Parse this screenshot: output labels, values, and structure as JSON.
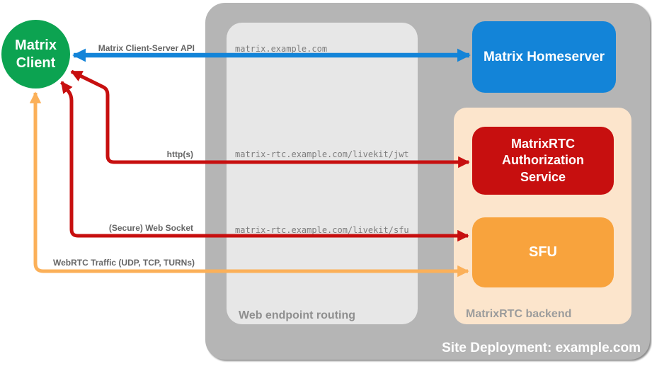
{
  "client": {
    "label": "Matrix Client",
    "color": "#0ca351"
  },
  "containers": {
    "site": {
      "label": "Site Deployment: example.com",
      "bg": "#b5b5b5",
      "label_color": "#ffffff"
    },
    "routing": {
      "label": "Web endpoint routing",
      "bg": "#e7e7e7",
      "label_color": "#8f8f8f"
    },
    "backend": {
      "label": "MatrixRTC backend",
      "bg": "#fce5cc",
      "label_color": "#9c9c9c"
    }
  },
  "nodes": {
    "homeserver": {
      "label": "Matrix Homeserver",
      "bg": "#1384d8"
    },
    "auth": {
      "label": "MatrixRTC Authorization Service",
      "bg": "#c70f0f"
    },
    "sfu": {
      "label": "SFU",
      "bg": "#f8a33d"
    }
  },
  "routes": [
    "matrix.example.com",
    "matrix-rtc.example.com/livekit/jwt",
    "matrix-rtc.example.com/livekit/sfu"
  ],
  "connections": [
    {
      "label": "Matrix Client-Server API",
      "color": "#1384d8",
      "from": "Matrix Client",
      "to": "Matrix Homeserver",
      "bidirectional": true
    },
    {
      "label": "http(s)",
      "color": "#c70f0f",
      "from": "Matrix Client",
      "to": "MatrixRTC Authorization Service",
      "bidirectional": true
    },
    {
      "label": "(Secure) Web Socket",
      "color": "#c70f0f",
      "from": "Matrix Client",
      "to": "SFU",
      "bidirectional": true
    },
    {
      "label": "WebRTC Traffic (UDP, TCP, TURNs)",
      "color": "#fbb059",
      "from": "Matrix Client",
      "to": "SFU",
      "bidirectional": true
    }
  ]
}
